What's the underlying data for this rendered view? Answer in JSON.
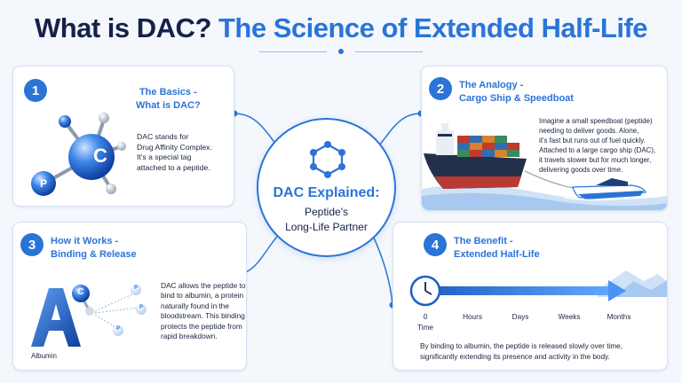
{
  "title": {
    "part1": "What is DAC?",
    "part2": "The Science of Extended Half-Life"
  },
  "center": {
    "heading": "DAC Explained:",
    "line1": "Peptide's",
    "line2": "Long-Life Partner"
  },
  "cards": [
    {
      "number": "1",
      "title_lines": [
        "The Basics -",
        "What is DAC?"
      ],
      "body_lines": [
        "DAC stands for",
        "Drug Affinity Complex.",
        "It's a special tag",
        "attached to a peptide."
      ],
      "icon_labels": {
        "big": "C",
        "small": "P"
      }
    },
    {
      "number": "2",
      "title_lines": [
        "The Analogy -",
        "Cargo Ship & Speedboat"
      ],
      "body_lines": [
        "Imagine a small speedboat (peptide)",
        "needing to deliver goods. Alone,",
        "it's fast but runs out of fuel quickly.",
        "Attached to a large cargo ship (DAC),",
        "it travels slower but for much longer,",
        "delivering goods over time."
      ]
    },
    {
      "number": "3",
      "title_lines": [
        "How it Works -",
        "Binding & Release"
      ],
      "body_lines": [
        "DAC allows the peptide to",
        "bind to albumin, a protein",
        "naturally found in the",
        "bloodstream. This binding",
        "protects the peptide from",
        "rapid breakdown."
      ],
      "icon_labels": {
        "letter": "A",
        "c": "C",
        "p": "P",
        "albumin": "Albumin"
      }
    },
    {
      "number": "4",
      "title_lines": [
        "The Benefit -",
        "Extended Half-Life"
      ],
      "timeline": [
        "0",
        "Hours",
        "Days",
        "Weeks",
        "Months"
      ],
      "time_label": "Time",
      "body_lines": [
        "By binding to albumin, the peptide is released slowly over time,",
        "significantly extending its presence and activity in the body."
      ]
    }
  ],
  "colors": {
    "primary": "#2a74d8",
    "dark": "#16214a",
    "card_border": "#d6e2f3"
  }
}
